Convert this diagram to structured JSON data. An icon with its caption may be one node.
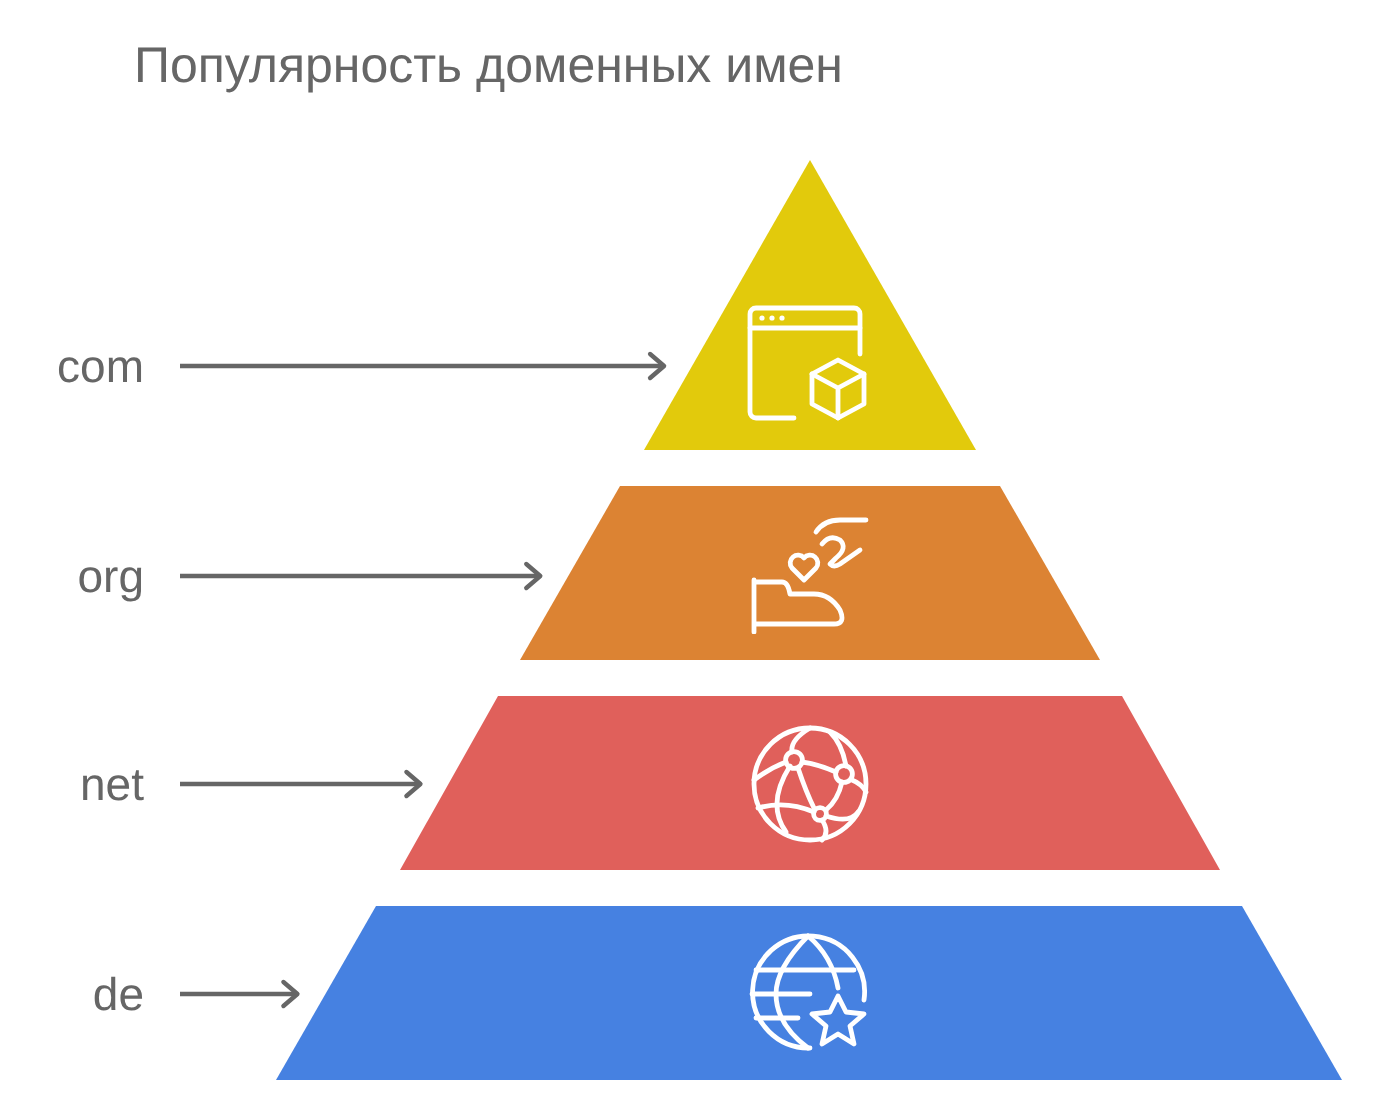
{
  "diagram": {
    "title": "Популярность доменных имен",
    "nodes": [
      {
        "text": [
          "com"
        ]
      },
      {
        "text": [
          "org"
        ]
      },
      {
        "text": [
          "net"
        ]
      },
      {
        "text": [
          "de"
        ]
      },
      {
        "text": [],
        "shape": "triangle"
      },
      {
        "text": [],
        "shape": "trapezoid"
      },
      {
        "text": [],
        "shape": "trapezoid"
      },
      {
        "text": [],
        "shape": "trapezoid"
      }
    ],
    "edges": [
      {
        "from": 0,
        "to": 4,
        "arrow": "to"
      },
      {
        "from": 1,
        "to": 5,
        "arrow": "to"
      },
      {
        "from": 2,
        "to": 6,
        "arrow": "to"
      },
      {
        "from": 3,
        "to": 7,
        "arrow": "to"
      }
    ]
  }
}
